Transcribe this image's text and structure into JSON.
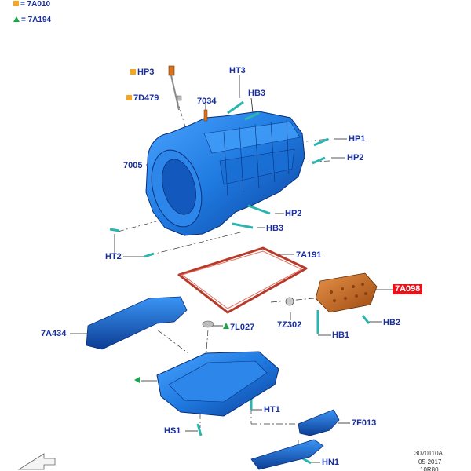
{
  "legend": [
    {
      "symbol": "square",
      "color": "#f5a623",
      "text": "= 7A010"
    },
    {
      "symbol": "triangle",
      "color": "#18a84a",
      "text": "= 7A194"
    }
  ],
  "labels": {
    "hp3": "HP3",
    "d479": "7D479",
    "ht3": "HT3",
    "n7034": "7034",
    "hb3_top": "HB3",
    "hp1": "HP1",
    "hp2_right": "HP2",
    "n7005": "7005",
    "hp2_mid": "HP2",
    "hb3_mid": "HB3",
    "ht2": "HT2",
    "a191": "7A191",
    "a098": "7A098",
    "z302": "7Z302",
    "hb2": "HB2",
    "hb1": "HB1",
    "a434": "7A434",
    "l027": "7L027",
    "ht1": "HT1",
    "f013": "7F013",
    "hs1": "HS1",
    "hn1": "HN1"
  },
  "reference": {
    "code": "3070110A",
    "date": "05-2017",
    "extra": "10R80"
  },
  "colors": {
    "label": "#1a2f9e",
    "part_blue": "#1f7ae0",
    "part_dark": "#0d3f9a",
    "highlight_part": "#c96a17",
    "highlight_label": "#e8121b",
    "fastener": "#2bb5b0",
    "legend_square": "#f5a623",
    "legend_triangle": "#18a84a"
  }
}
